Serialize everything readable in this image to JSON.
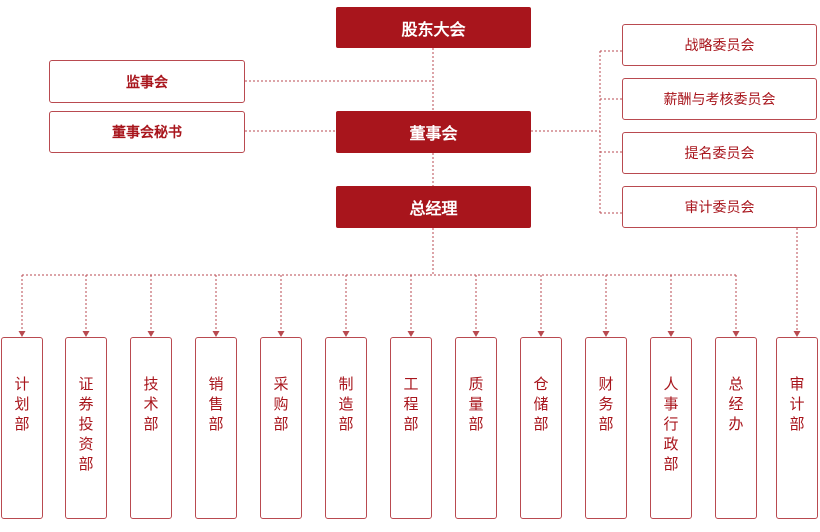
{
  "colors": {
    "primary": "#a8151c",
    "border": "#b94a50",
    "line": "#b94a50"
  },
  "top_nodes": {
    "shareholders": "股东大会",
    "board": "董事会",
    "gm": "总经理"
  },
  "left_nodes": {
    "supervisory": "监事会",
    "secretary": "董事会秘书"
  },
  "committees": [
    {
      "label": "战略委员会"
    },
    {
      "label": "薪酬与考核委员会"
    },
    {
      "label": "提名委员会"
    },
    {
      "label": "审计委员会"
    }
  ],
  "departments": [
    {
      "label": "计划部"
    },
    {
      "label": "证券投资部"
    },
    {
      "label": "技术部"
    },
    {
      "label": "销售部"
    },
    {
      "label": "采购部"
    },
    {
      "label": "制造部"
    },
    {
      "label": "工程部"
    },
    {
      "label": "质量部"
    },
    {
      "label": "仓储部"
    },
    {
      "label": "财务部"
    },
    {
      "label": "人事行政部"
    },
    {
      "label": "总经办"
    },
    {
      "label": "审计部"
    }
  ]
}
